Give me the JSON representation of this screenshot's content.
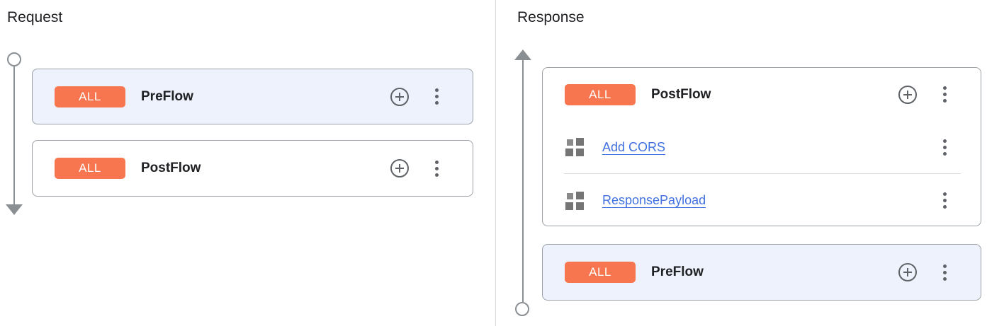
{
  "colors": {
    "badge_orange": "#f7764f",
    "highlight_card_bg": "#edf2fc",
    "card_border": "#9aa0a6",
    "link_blue": "#4272e0",
    "timeline_gray": "#8a8f94"
  },
  "request_panel": {
    "title": "Request",
    "flows": [
      {
        "badge": "ALL",
        "name": "PreFlow",
        "highlighted": true,
        "policies": []
      },
      {
        "badge": "ALL",
        "name": "PostFlow",
        "highlighted": false,
        "policies": []
      }
    ]
  },
  "response_panel": {
    "title": "Response",
    "flows": [
      {
        "badge": "ALL",
        "name": "PostFlow",
        "highlighted": false,
        "policies": [
          {
            "label": "Add CORS"
          },
          {
            "label": "ResponsePayload"
          }
        ]
      },
      {
        "badge": "ALL",
        "name": "PreFlow",
        "highlighted": true,
        "policies": []
      }
    ]
  },
  "icons": {
    "add_step": "plus-circle-icon",
    "row_menu": "kebab-menu-icon",
    "policy": "policy-grid-icon",
    "timeline_request": "circle-start-arrow-end",
    "timeline_response": "arrow-start-circle-end"
  }
}
